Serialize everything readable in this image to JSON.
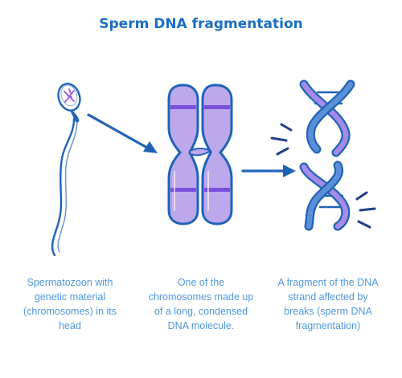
{
  "title": "Sperm DNA fragmentation",
  "colors": {
    "title": "#1a6fc4",
    "caption": "#4f97dd",
    "outline": "#1f63b8",
    "chromosome_fill": "#bca8ea",
    "chromosome_band": "#7c4fdc",
    "dna_strand_a": "#a78be8",
    "dna_strand_b": "#5b8fd8",
    "sperm_head_fill": "#ffffff",
    "sperm_chromosomes": "#9b59d6"
  },
  "icons": {
    "sperm": "spermatozoon-icon",
    "chromosome": "chromosome-icon",
    "dna": "broken-dna-helix-icon",
    "arrow": "arrow-right-icon"
  },
  "captions": [
    "Spermatozoon with genetic material (chromosomes) in its head",
    "One of the chromosomes made up of a long, condensed DNA molecule.",
    "A fragment of the DNA strand affected by breaks (sperm DNA fragmentation)"
  ]
}
